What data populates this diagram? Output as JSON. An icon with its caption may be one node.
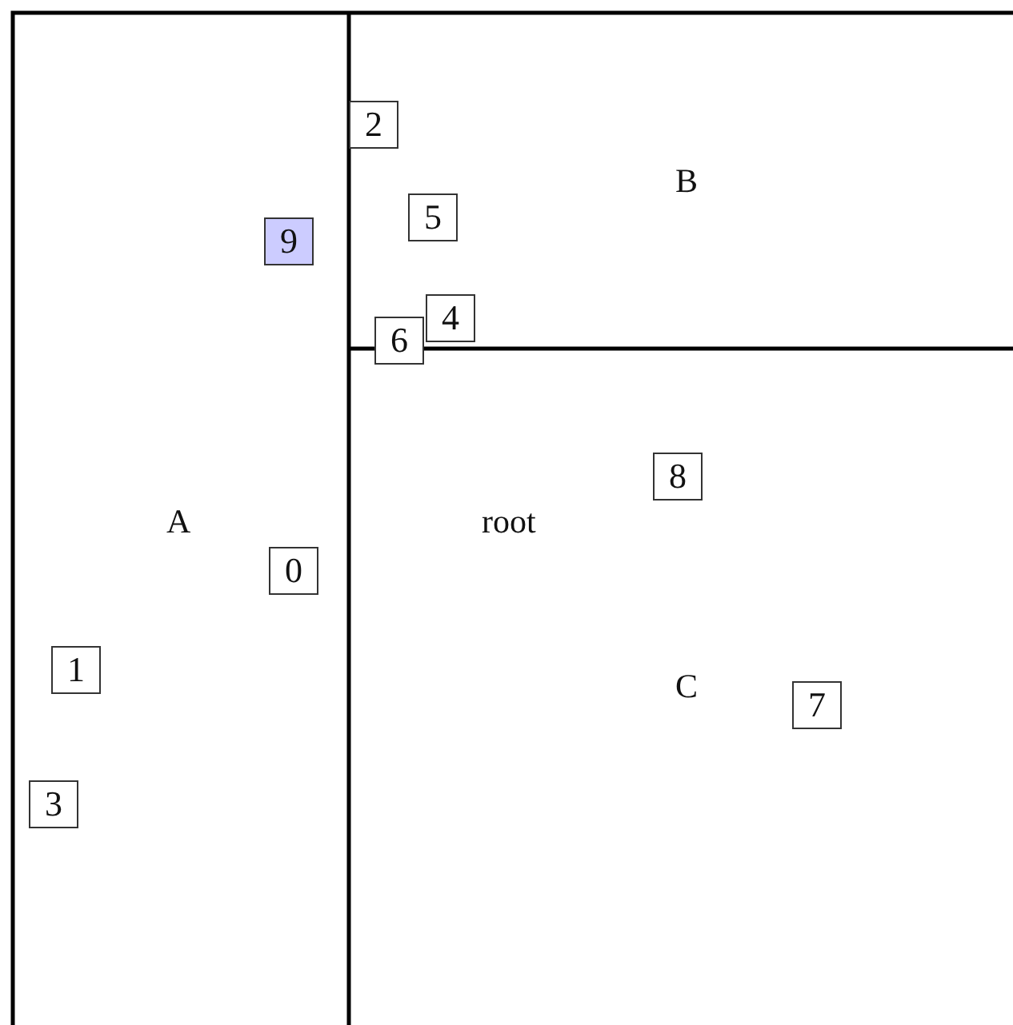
{
  "diagram": {
    "nodes": [
      {
        "text": [
          "2"
        ]
      },
      {
        "text": [
          "5"
        ]
      },
      {
        "text": [
          "9"
        ]
      },
      {
        "text": [
          "4"
        ]
      },
      {
        "text": [
          "6"
        ]
      },
      {
        "text": [
          "8"
        ]
      },
      {
        "text": [
          "0"
        ]
      },
      {
        "text": [
          "1"
        ]
      },
      {
        "text": [
          "7"
        ]
      },
      {
        "text": [
          "3"
        ]
      }
    ],
    "labels": [
      "B",
      "A",
      "root",
      "C"
    ]
  }
}
